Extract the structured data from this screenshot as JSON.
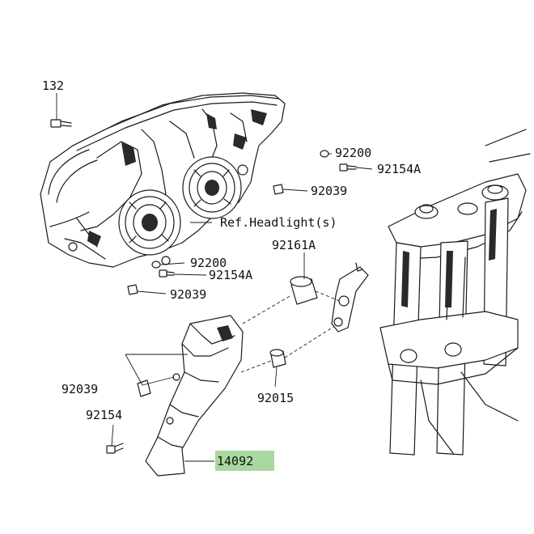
{
  "labels": {
    "bolt_top": "132",
    "washer_upper": "92200",
    "bolt_upper": "92154A",
    "clip_upper_right": "92039",
    "ref_headlight": "Ref.Headlight(s)",
    "damper": "92161A",
    "washer_lower": "92200",
    "bolt_lower": "92154A",
    "clip_lower_left": "92039",
    "clip_bracket": "92039",
    "collar": "92015",
    "bolt_bracket": "92154",
    "highlighted_part": "14092"
  },
  "colors": {
    "highlight": "#a8d8a0",
    "ink": "#1a1a1a"
  }
}
